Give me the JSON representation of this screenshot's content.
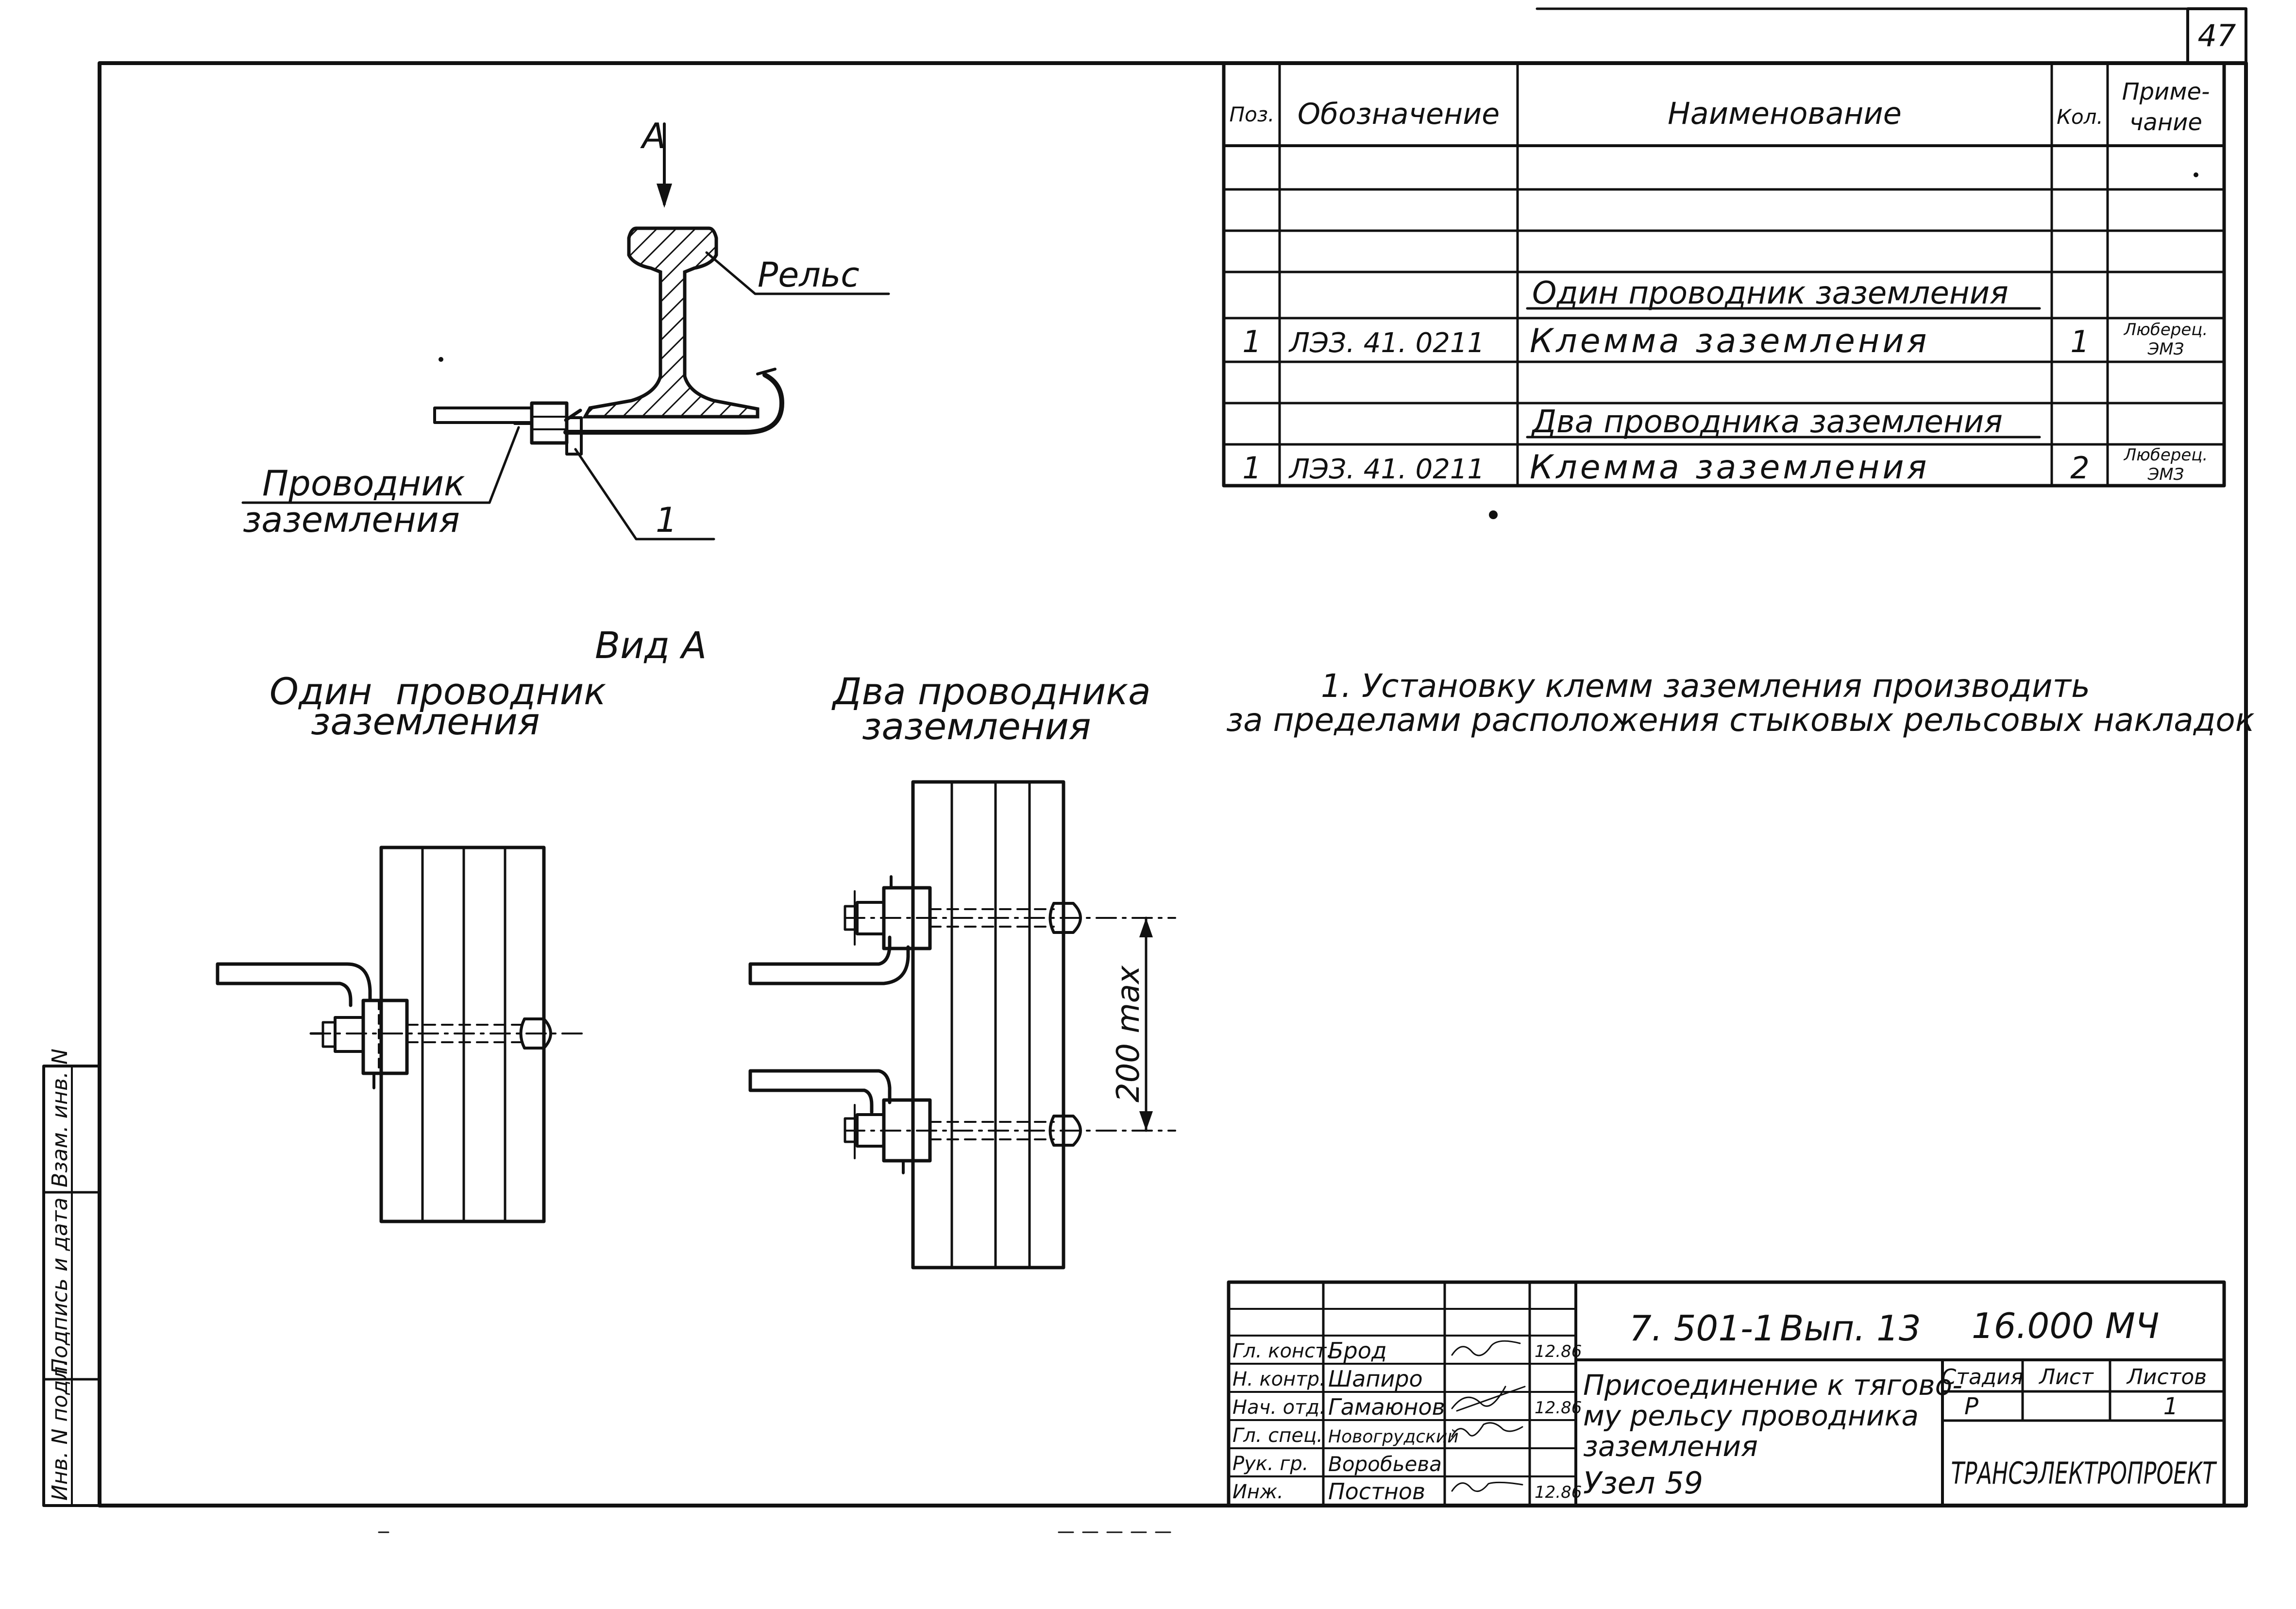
{
  "sheet_number": "47",
  "spec_table": {
    "headers": {
      "pos": "Поз.",
      "designation": "Обозначение",
      "name": "Наименование",
      "qty": "Кол.",
      "note_line1": "Приме-",
      "note_line2": "чание"
    },
    "section1_title": "Один проводник заземления",
    "row1": {
      "pos": "1",
      "designation": "ЛЭЗ. 41. 0211",
      "name": "Клемма заземления",
      "qty": "1",
      "note_line1": "Люберец.",
      "note_line2": "ЭМЗ"
    },
    "section2_title": "Два проводника заземления",
    "row2": {
      "pos": "1",
      "designation": "ЛЭЗ. 41. 0211",
      "name": "Клемма заземления",
      "qty": "2",
      "note_line1": "Люберец.",
      "note_line2": "ЭМЗ"
    }
  },
  "section_view": {
    "view_arrow_label": "А",
    "rail_label": "Рельс",
    "conductor_label_line1": "Проводник",
    "conductor_label_line2": "заземления",
    "position_label": "1"
  },
  "view_a": {
    "title": "Вид А",
    "left_caption_line1": "Один  проводник",
    "left_caption_line2": "заземления",
    "right_caption_line1": "Два проводника",
    "right_caption_line2": "заземления",
    "dimension_label": "200 max"
  },
  "notes": {
    "line1": "1. Установку клемм заземления производить",
    "line2": "за пределами расположения стыковых рельсовых накладок"
  },
  "title_block": {
    "doc_code": "7. 501-1",
    "issue": "Вып. 13",
    "code": "16.000 МЧ",
    "title_line1": "Присоединение к тягово-",
    "title_line2": "му рельсу проводника",
    "title_line3": "заземления",
    "node": "Узел 59",
    "stage_header": "Стадия",
    "sheet_header": "Лист",
    "sheets_header": "Листов",
    "stage_value": "Р",
    "sheets_value": "1",
    "organization": "ТРАНСЭЛЕКТРОПРОЕКТ",
    "signatures": [
      {
        "role": "Гл. конст.",
        "name": "Брод",
        "date": "12.86"
      },
      {
        "role": "Н. контр.",
        "name": "Шапиро",
        "date": ""
      },
      {
        "role": "Нач. отд.",
        "name": "Гамаюнов",
        "date": "12.86"
      },
      {
        "role": "Гл. спец.",
        "name": "Новогрудский",
        "date": ""
      },
      {
        "role": "Рук. гр.",
        "name": "Воробьева",
        "date": ""
      },
      {
        "role": "Инж.",
        "name": "Постнов",
        "date": "12.86"
      }
    ]
  },
  "side_stamp": {
    "field1": "Инв. N подл.",
    "field2": "Подпись и дата",
    "field3": "Взам. инв. N"
  }
}
